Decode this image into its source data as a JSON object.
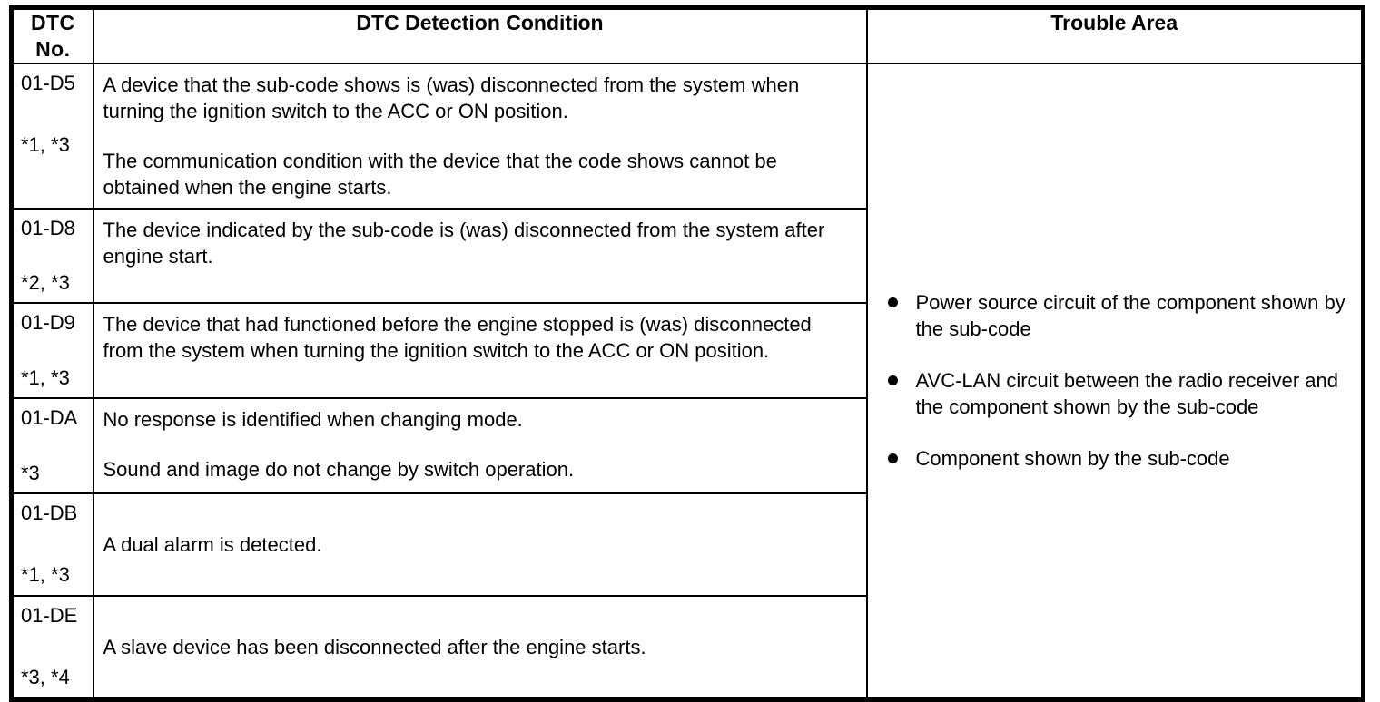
{
  "table": {
    "headers": {
      "dtc_no_line1": "DTC",
      "dtc_no_line2": "No.",
      "detection_condition": "DTC Detection Condition",
      "trouble_area": "Trouble Area"
    },
    "rows": [
      {
        "dtc_no": "01-D5",
        "notes": "*1, *3",
        "conditions": [
          "A device that the sub-code shows is (was) disconnected from the system when turning the ignition switch to the ACC or ON position.",
          "The communication condition with the device that the code shows cannot be obtained when the engine starts."
        ]
      },
      {
        "dtc_no": "01-D8",
        "notes": "*2, *3",
        "conditions": [
          "The device indicated by the sub-code is (was) disconnected from the system after engine start."
        ]
      },
      {
        "dtc_no": "01-D9",
        "notes": "*1, *3",
        "conditions": [
          "The device that had functioned before the engine stopped is (was) disconnected from the system when turning the ignition switch to the ACC or ON position."
        ]
      },
      {
        "dtc_no": "01-DA",
        "notes": "*3",
        "conditions": [
          "No response is identified when changing mode.",
          "Sound and image do not change by switch operation."
        ]
      },
      {
        "dtc_no": "01-DB",
        "notes": "*1, *3",
        "conditions": [
          "A dual alarm is detected."
        ]
      },
      {
        "dtc_no": "01-DE",
        "notes": "*3, *4",
        "conditions": [
          "A slave device has been disconnected after the engine starts."
        ]
      }
    ],
    "trouble_area_items": [
      "Power source circuit of the component shown by the sub-code",
      "AVC-LAN circuit between the radio receiver and the component shown by the sub-code",
      "Component shown by the sub-code"
    ]
  },
  "colors": {
    "border": "#000000",
    "text": "#000000",
    "background": "#ffffff"
  }
}
